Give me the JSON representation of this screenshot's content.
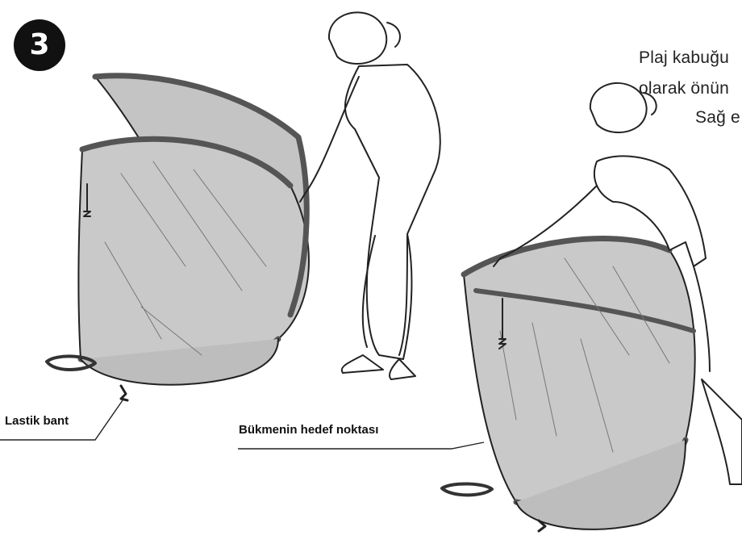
{
  "step_number": "3",
  "instruction_lines": [
    "Plaj kabuğu",
    "olarak önün",
    "Sağ e"
  ],
  "labels": {
    "elastic_band": "Lastik bant",
    "bend_target": "Bükmenin hedef noktası"
  }
}
